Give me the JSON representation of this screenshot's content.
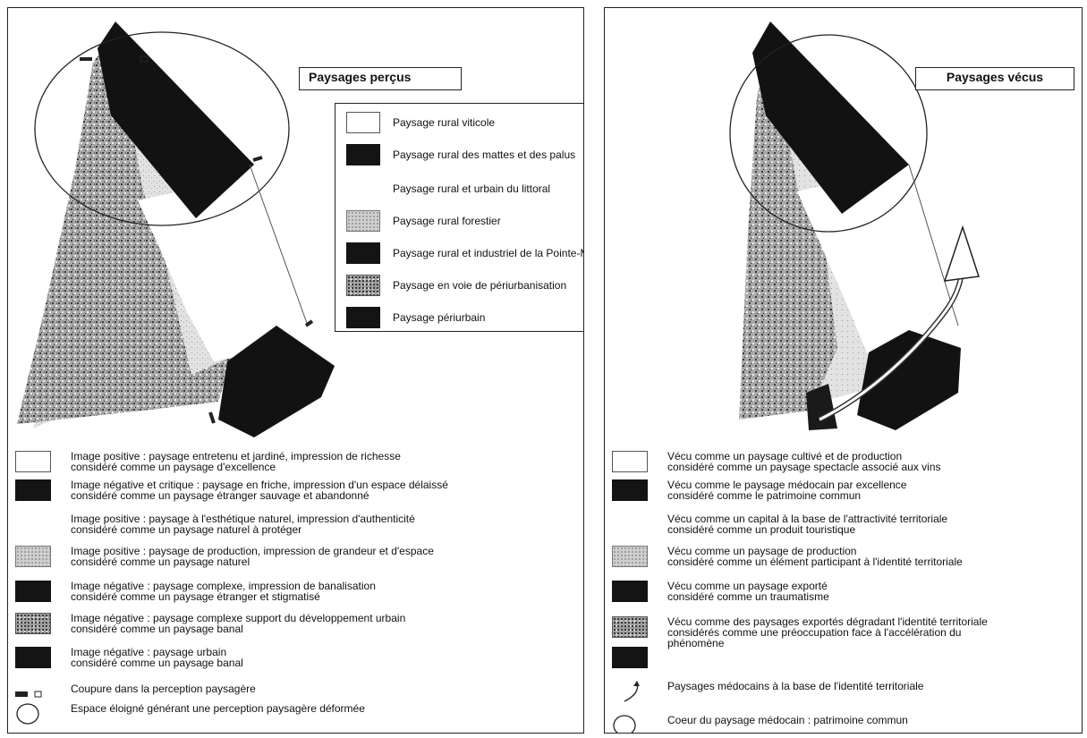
{
  "left_panel": {
    "title": "Paysages perçus",
    "map_legend": [
      {
        "swatch": "white",
        "label": "Paysage rural viticole"
      },
      {
        "swatch": "dark",
        "label": "Paysage rural des mattes et des palus"
      },
      {
        "swatch": "none",
        "label": "Paysage rural et urbain du littoral"
      },
      {
        "swatch": "light",
        "label": "Paysage rural forestier"
      },
      {
        "swatch": "dark",
        "label": "Paysage rural et industriel de la Pointe-Médoc"
      },
      {
        "swatch": "grain",
        "label": "Paysage en voie de périurbanisation"
      },
      {
        "swatch": "dark",
        "label": "Paysage périurbain"
      }
    ],
    "legend": [
      {
        "swatch": "white",
        "lines": [
          "Image positive : paysage entretenu et jardiné, impression de richesse",
          "considéré comme un paysage d'excellence"
        ]
      },
      {
        "swatch": "dark",
        "lines": [
          "Image négative et critique : paysage en friche, impression d'un espace délaissé",
          "considéré comme un paysage étranger sauvage et abandonné"
        ]
      },
      {
        "swatch": "none",
        "lines": [
          "Image positive : paysage à l'esthétique naturel, impression d'authenticité",
          "considéré comme un paysage naturel à protéger"
        ]
      },
      {
        "swatch": "light",
        "lines": [
          "Image positive : paysage de production, impression de grandeur et d'espace",
          "considéré comme un paysage naturel"
        ]
      },
      {
        "swatch": "dark",
        "lines": [
          "Image négative : paysage complexe, impression de banalisation",
          "considéré comme un paysage étranger et stigmatisé"
        ]
      },
      {
        "swatch": "grain",
        "lines": [
          "Image négative : paysage complexe support du développement urbain",
          "considéré comme un paysage banal"
        ]
      },
      {
        "swatch": "dark",
        "lines": [
          "Image négative : paysage urbain",
          "considéré comme un paysage banal"
        ]
      },
      {
        "swatch": "cut-symbol",
        "lines": [
          "Coupure dans la perception paysagère"
        ]
      },
      {
        "swatch": "circle-symbol",
        "lines": [
          "Espace éloigné générant une perception paysagère déformée"
        ]
      }
    ]
  },
  "right_panel": {
    "title": "Paysages vécus",
    "legend": [
      {
        "swatch": "white",
        "lines": [
          "Vécu comme un paysage cultivé et de production",
          "considéré comme un paysage spectacle associé aux vins"
        ]
      },
      {
        "swatch": "dark",
        "lines": [
          "Vécu comme le paysage médocain par excellence",
          "considéré comme le patrimoine commun"
        ]
      },
      {
        "swatch": "none",
        "lines": [
          "Vécu comme un capital à la base de l'attractivité territoriale",
          "considéré comme un produit touristique"
        ]
      },
      {
        "swatch": "light",
        "lines": [
          "Vécu comme un paysage de production",
          "considéré comme un élément participant à l'identité territoriale"
        ]
      },
      {
        "swatch": "dark",
        "lines": [
          "Vécu comme un paysage exporté",
          "considéré comme un traumatisme"
        ]
      },
      {
        "swatch": "grain",
        "lines": [
          "Vécu comme des paysages exportés dégradant l'identité territoriale",
          "considérés comme une préoccupation face à l'accélération du",
          "phénomène"
        ]
      },
      {
        "swatch": "dark",
        "lines": []
      },
      {
        "swatch": "arrow-symbol",
        "lines": [
          "Paysages médocains à la base de l'identité territoriale"
        ]
      },
      {
        "swatch": "circle-symbol",
        "lines": [
          "Coeur du paysage médocain : patrimoine commun"
        ]
      }
    ]
  }
}
